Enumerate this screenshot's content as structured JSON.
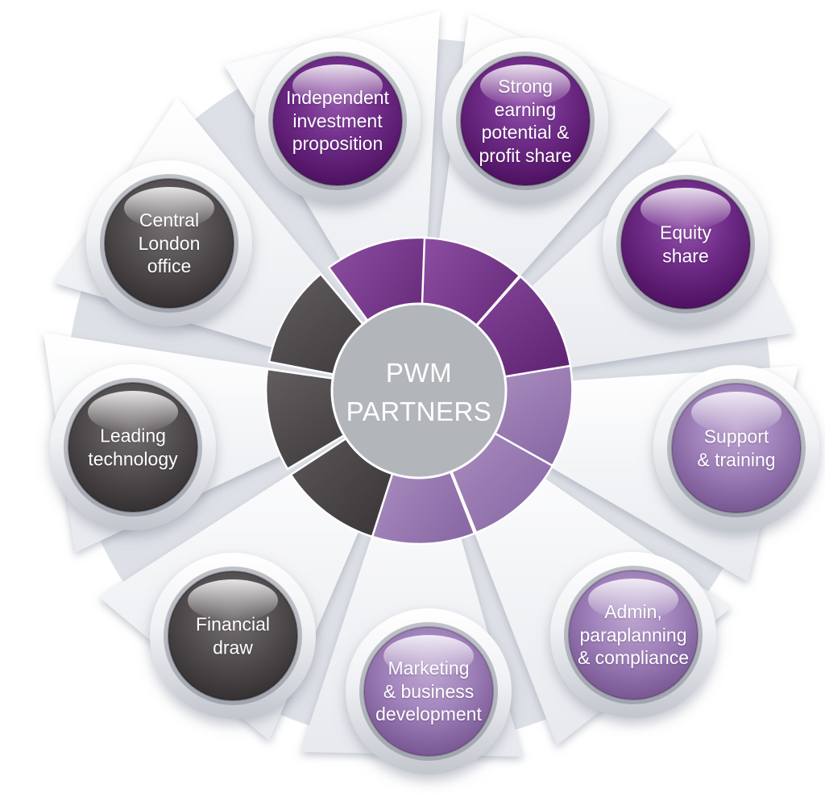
{
  "center": {
    "label": "PWM\nPARTNERS"
  },
  "items": [
    {
      "id": "independent-investment-proposition",
      "label": "Independent\ninvestment\nproposition",
      "category": "dark-purple"
    },
    {
      "id": "strong-earning-potential-profit-share",
      "label": "Strong\nearning\npotential &\nprofit share",
      "category": "dark-purple"
    },
    {
      "id": "equity-share",
      "label": "Equity\nshare",
      "category": "dark-purple"
    },
    {
      "id": "support-training",
      "label": "Support\n& training",
      "category": "light-purple"
    },
    {
      "id": "admin-paraplanning-compliance",
      "label": "Admin,\nparaplanning\n& compliance",
      "category": "light-purple"
    },
    {
      "id": "marketing-business-development",
      "label": "Marketing\n& business\ndevelopment",
      "category": "light-purple"
    },
    {
      "id": "financial-draw",
      "label": "Financial\ndraw",
      "category": "dark-gray"
    },
    {
      "id": "leading-technology",
      "label": "Leading\ntechnology",
      "category": "dark-gray"
    },
    {
      "id": "central-london-office",
      "label": "Central\nLondon\noffice",
      "category": "dark-gray"
    }
  ],
  "palette": {
    "dark_purple": "#5e2173",
    "dark_purple_highlight": "#9455ab",
    "light_purple": "#9f80ba",
    "light_purple_highlight": "#bda6cf",
    "dark_gray": "#4b4648",
    "dark_gray_highlight": "#767173",
    "center_circle": "#b2b6ba",
    "base_circle": "#dde0e6",
    "silver_ring": "#c6cad1",
    "label_text": "#ffffff"
  }
}
